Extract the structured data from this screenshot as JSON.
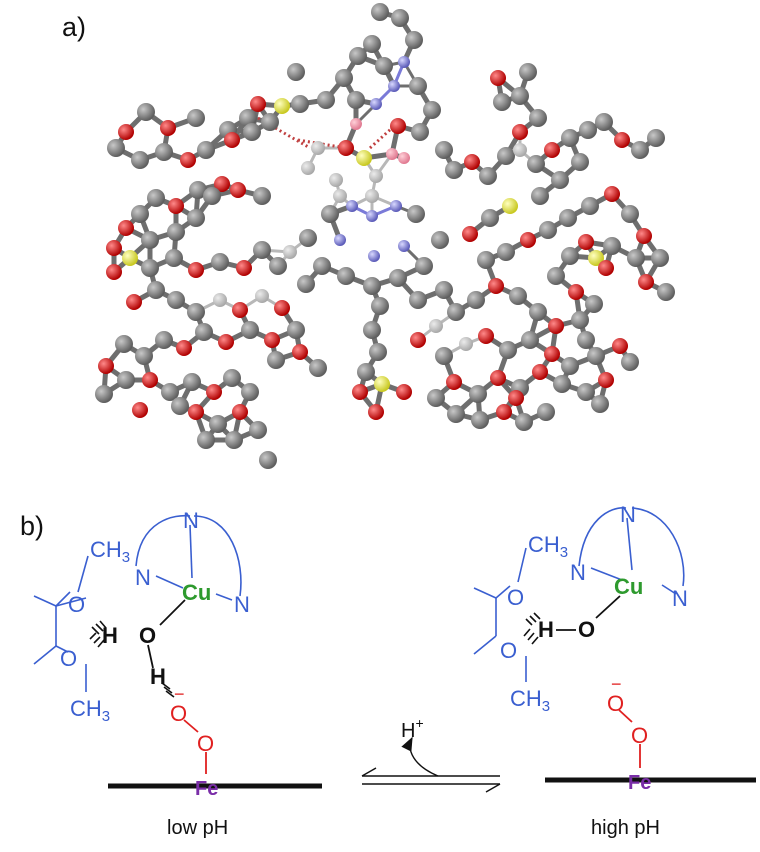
{
  "panel_a": {
    "label": "a)"
  },
  "panel_b": {
    "label": "b)",
    "left": {
      "ch3_top": "CH",
      "ch3_top_sub": "3",
      "ch3_bottom": "CH",
      "ch3_bottom_sub": "3",
      "o_upper": "O",
      "o_lower": "O",
      "h_left": "H",
      "o_hydroxo": "O",
      "h_bridge": "H",
      "n_top": "N",
      "n_left": "N",
      "n_right": "N",
      "cu": "Cu",
      "o_proximal": "O",
      "o_distal": "O",
      "charge": "−",
      "fe": "Fe",
      "caption": "low pH"
    },
    "right": {
      "ch3_top": "CH",
      "ch3_top_sub": "3",
      "ch3_bottom": "CH",
      "ch3_bottom_sub": "3",
      "o_upper": "O",
      "o_lower": "O",
      "h": "H",
      "o_oxo": "O",
      "n_top": "N",
      "n_left": "N",
      "n_right": "N",
      "cu": "Cu",
      "o_proximal": "O",
      "o_distal": "O",
      "charge": "−",
      "fe": "Fe",
      "caption": "high pH"
    },
    "equilibrium": {
      "proton": "H",
      "proton_charge": "+"
    }
  },
  "colors": {
    "carbon": "#7f7f7f",
    "oxygen": "#e02020",
    "nitrogen": "#8a8ae0",
    "sulfur": "#e8e84a",
    "blue_ligand": "#3a5fd0",
    "copper": "#2e9a2e",
    "oxygen_text": "#e02020",
    "iron": "#7a2ea8",
    "black": "#111111"
  }
}
